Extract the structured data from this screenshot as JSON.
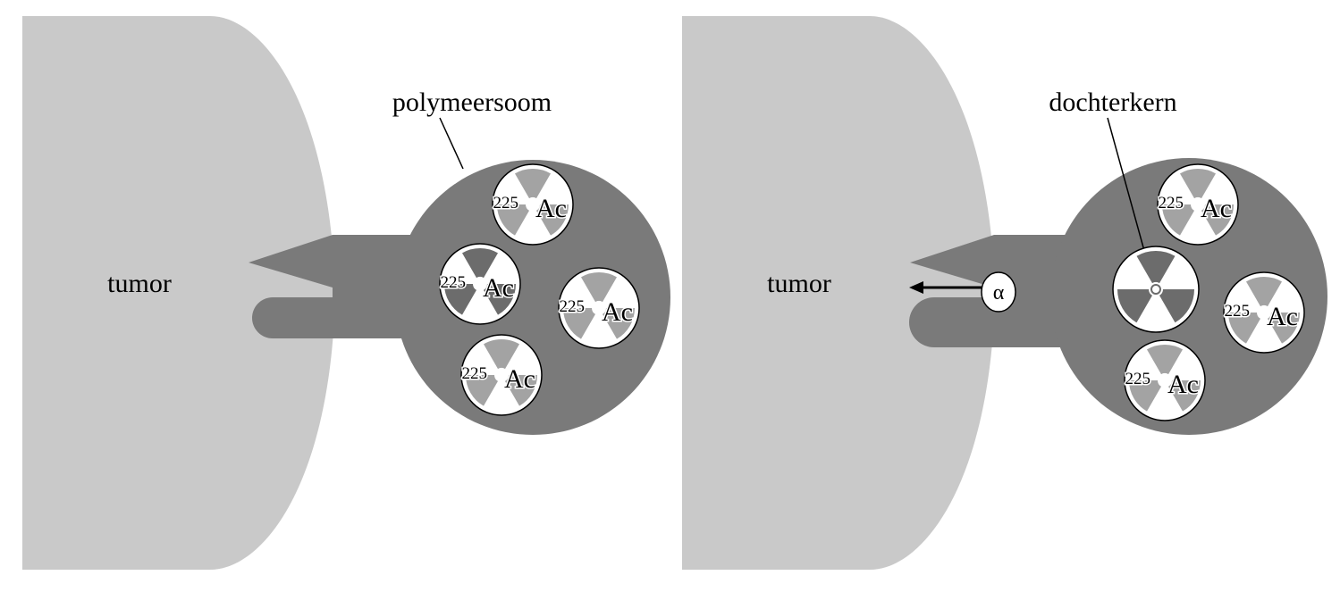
{
  "colors": {
    "tumor": "#c9c9c9",
    "polymersome": "#7a7a7a",
    "nucleus_light_sector": "#a3a3a3",
    "nucleus_dark_sector": "#6c6c6c",
    "background": "#ffffff",
    "ink": "#000000"
  },
  "panels": [
    {
      "tumor_label": "tumor",
      "callout_label": "polymeersoom",
      "nuclei": [
        {
          "mass": "225",
          "symbol": "Ac",
          "style": "light"
        },
        {
          "mass": "225",
          "symbol": "Ac",
          "style": "dark"
        },
        {
          "mass": "225",
          "symbol": "Ac",
          "style": "light"
        },
        {
          "mass": "225",
          "symbol": "Ac",
          "style": "light"
        }
      ]
    },
    {
      "tumor_label": "tumor",
      "callout_label": "dochterkern",
      "alpha_label": "α",
      "nuclei": [
        {
          "mass": "225",
          "symbol": "Ac",
          "style": "light"
        },
        {
          "mass": "",
          "symbol": "",
          "style": "daughter"
        },
        {
          "mass": "225",
          "symbol": "Ac",
          "style": "light"
        },
        {
          "mass": "225",
          "symbol": "Ac",
          "style": "light"
        }
      ]
    }
  ]
}
